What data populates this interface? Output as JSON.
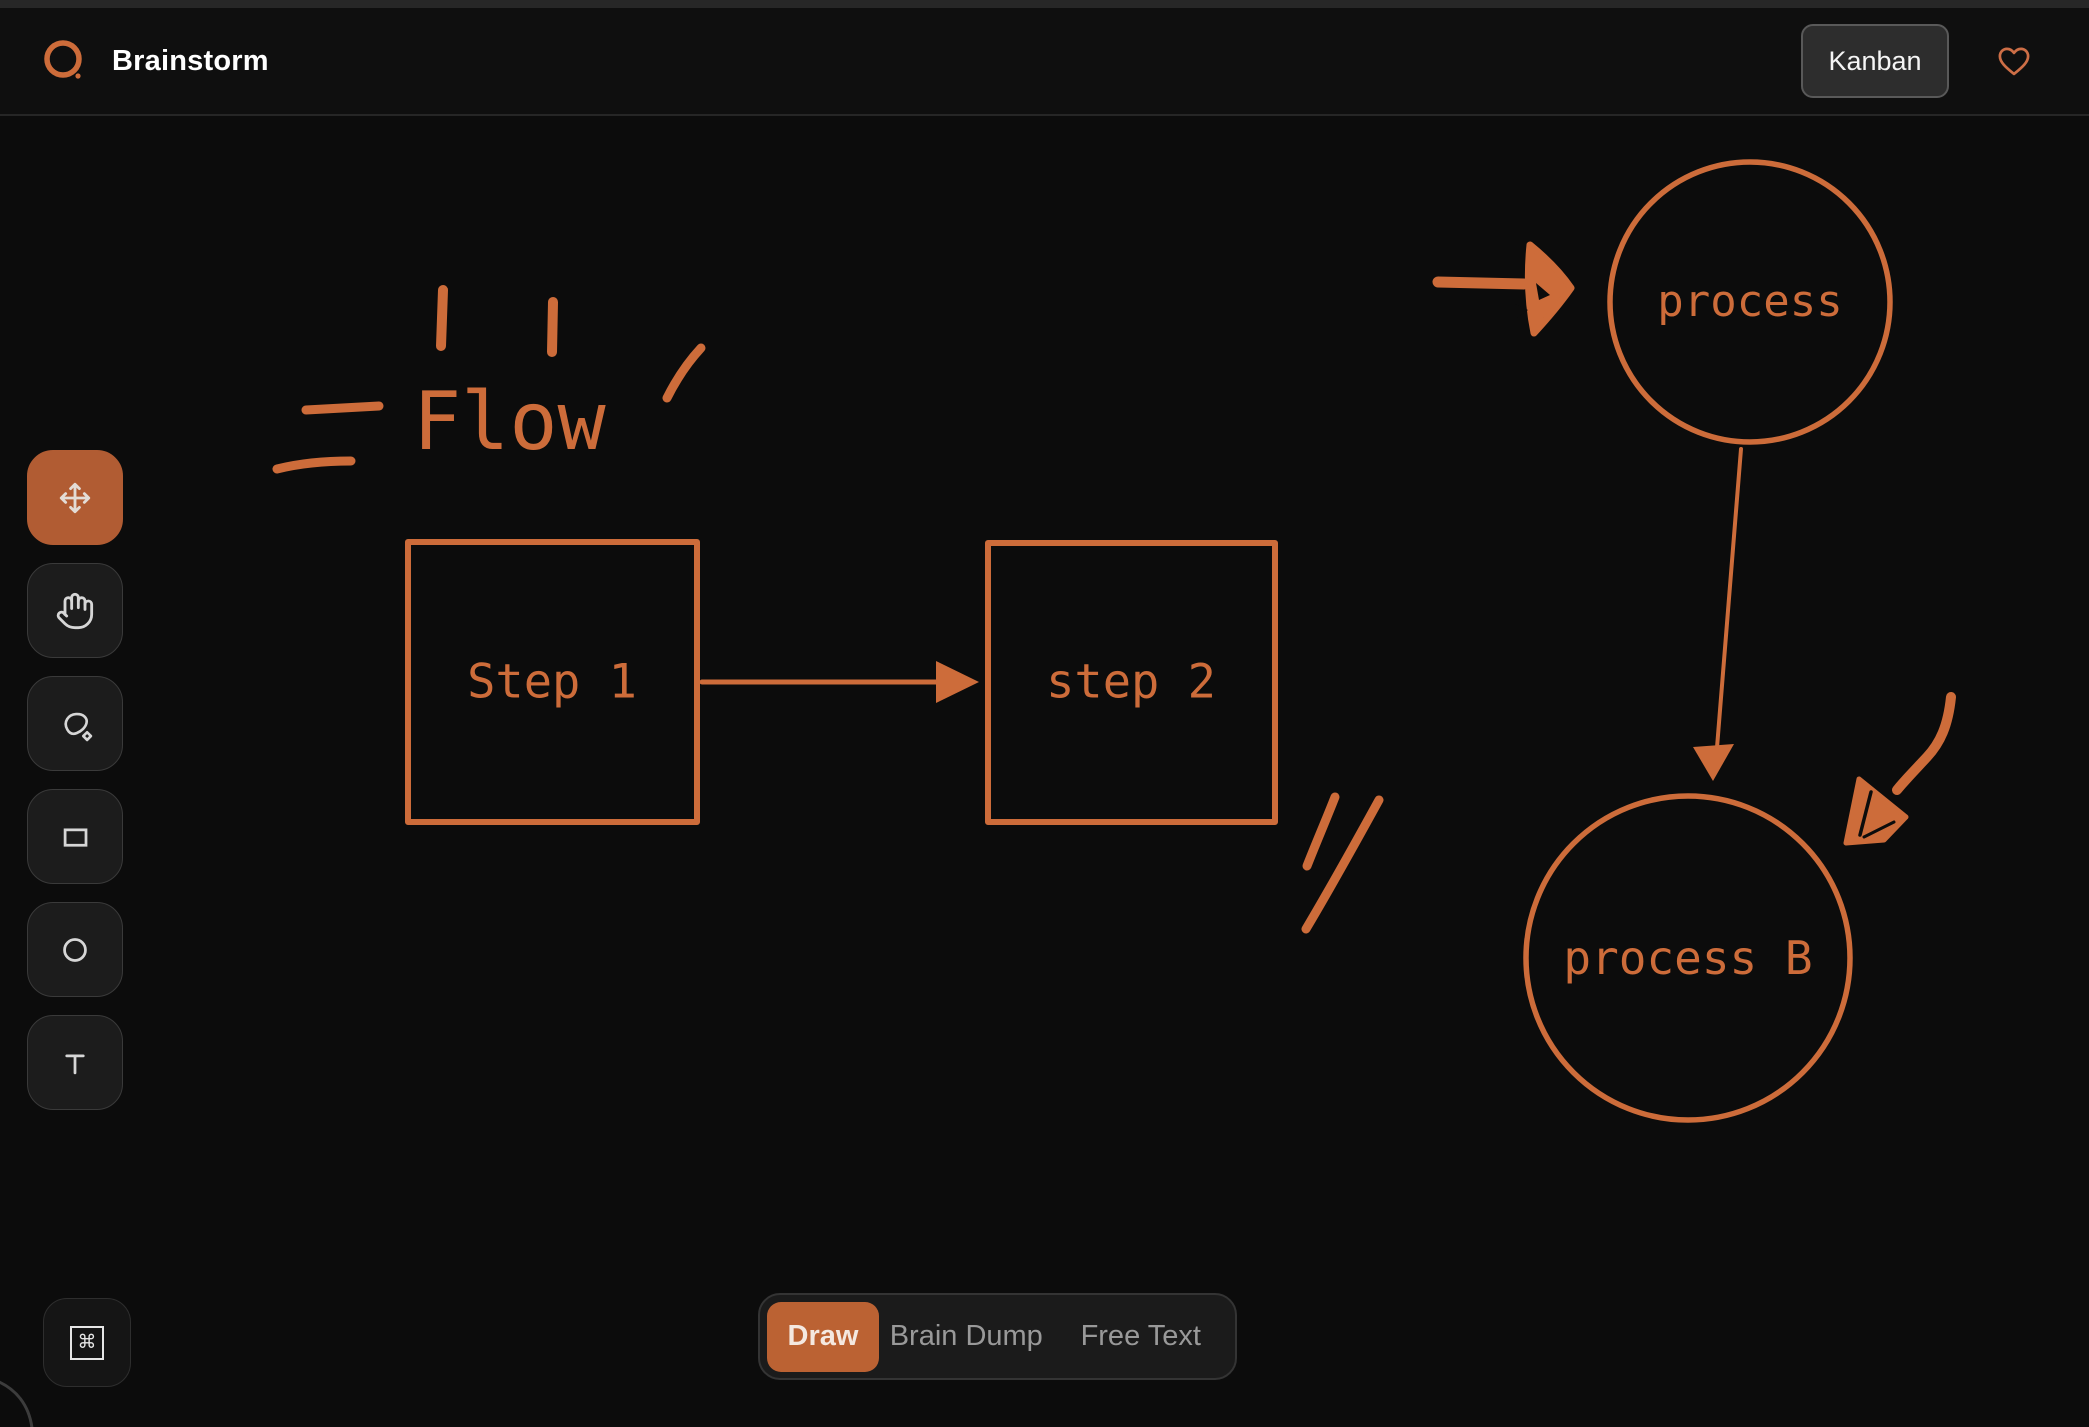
{
  "app": {
    "title": "Brainstorm"
  },
  "header": {
    "kanban_button": "Kanban"
  },
  "toolbar": {
    "tools": [
      {
        "name": "move",
        "active": true
      },
      {
        "name": "hand",
        "active": false
      },
      {
        "name": "lasso",
        "active": false
      },
      {
        "name": "rectangle",
        "active": false
      },
      {
        "name": "circle",
        "active": false
      },
      {
        "name": "text",
        "active": false
      }
    ],
    "shortcut_symbol": "⌘"
  },
  "mode_tabs": [
    {
      "label": "Draw",
      "active": true
    },
    {
      "label": "Brain Dump",
      "active": false
    },
    {
      "label": "Free Text",
      "active": false
    }
  ],
  "canvas": {
    "annotation_title": "Flow",
    "nodes": [
      {
        "label": "Step 1",
        "shape": "rectangle"
      },
      {
        "label": "step 2",
        "shape": "rectangle"
      },
      {
        "label": "process",
        "shape": "circle"
      },
      {
        "label": "process B",
        "shape": "circle"
      }
    ],
    "connections": [
      {
        "from": "Step 1",
        "to": "step 2",
        "style": "arrow"
      },
      {
        "from": "process",
        "to": "process B",
        "style": "arrow"
      }
    ]
  },
  "colors": {
    "accent": "#cd6c3a",
    "active_tool": "#b15c33",
    "active_tab": "#bb6233",
    "background": "#0c0c0c"
  }
}
